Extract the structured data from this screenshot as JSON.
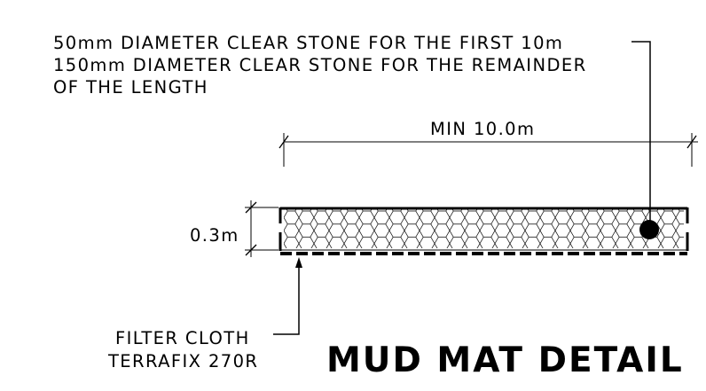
{
  "drawing": {
    "note_lines": [
      "50mm DIAMETER CLEAR STONE FOR THE FIRST 10m",
      "150mm DIAMETER CLEAR STONE FOR THE REMAINDER",
      "OF THE LENGTH"
    ],
    "length_dimension": "MIN 10.0m",
    "depth_dimension": "0.3m",
    "cloth_label_lines": [
      "FILTER CLOTH",
      "TERRAFIX 270R"
    ],
    "title": "MUD MAT DETAIL"
  }
}
